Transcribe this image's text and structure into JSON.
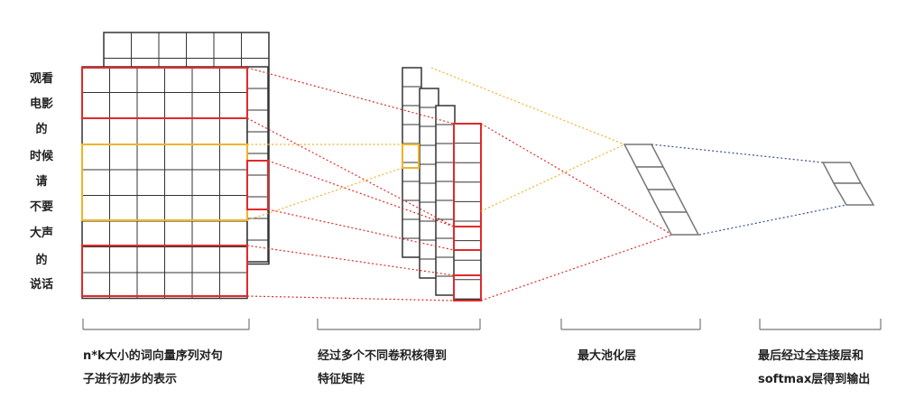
{
  "sentence_words": [
    "观看",
    "电影",
    "的",
    "时候",
    "请",
    "不要",
    "大声",
    "的",
    "说话"
  ],
  "captions": [
    {
      "line1": "n*k大小的词向量序列对句",
      "line2": "子进行初步的表示"
    },
    {
      "line1": "经过多个不同卷积核得到",
      "line2": "特征矩阵"
    },
    {
      "line1": "最大池化层",
      "line2": ""
    },
    {
      "line1": "最后经过全连接层和",
      "line2": "softmax层得到输出"
    }
  ],
  "colors": {
    "grid": "#333333",
    "filter_red": "#e02a2a",
    "filter_yellow": "#f0b429",
    "pool_grey": "#777777",
    "output_blue": "#3a4f8f"
  }
}
